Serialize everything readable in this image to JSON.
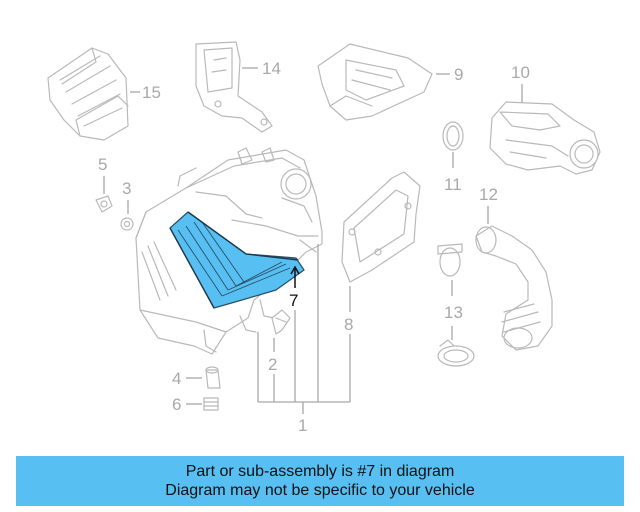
{
  "diagram": {
    "labels": {
      "p1": "1",
      "p2": "2",
      "p3": "3",
      "p4": "4",
      "p5": "5",
      "p6": "6",
      "p7": "7",
      "p8": "8",
      "p9": "9",
      "p10": "10",
      "p11": "11",
      "p12": "12",
      "p13": "13",
      "p14": "14",
      "p15": "15"
    },
    "highlight_color": "#57bff2",
    "highlighted_part": "7"
  },
  "banner": {
    "line1": "Part or sub-assembly is #7 in diagram",
    "line2": "Diagram may not be specific to your vehicle",
    "background": "#57bff2"
  }
}
